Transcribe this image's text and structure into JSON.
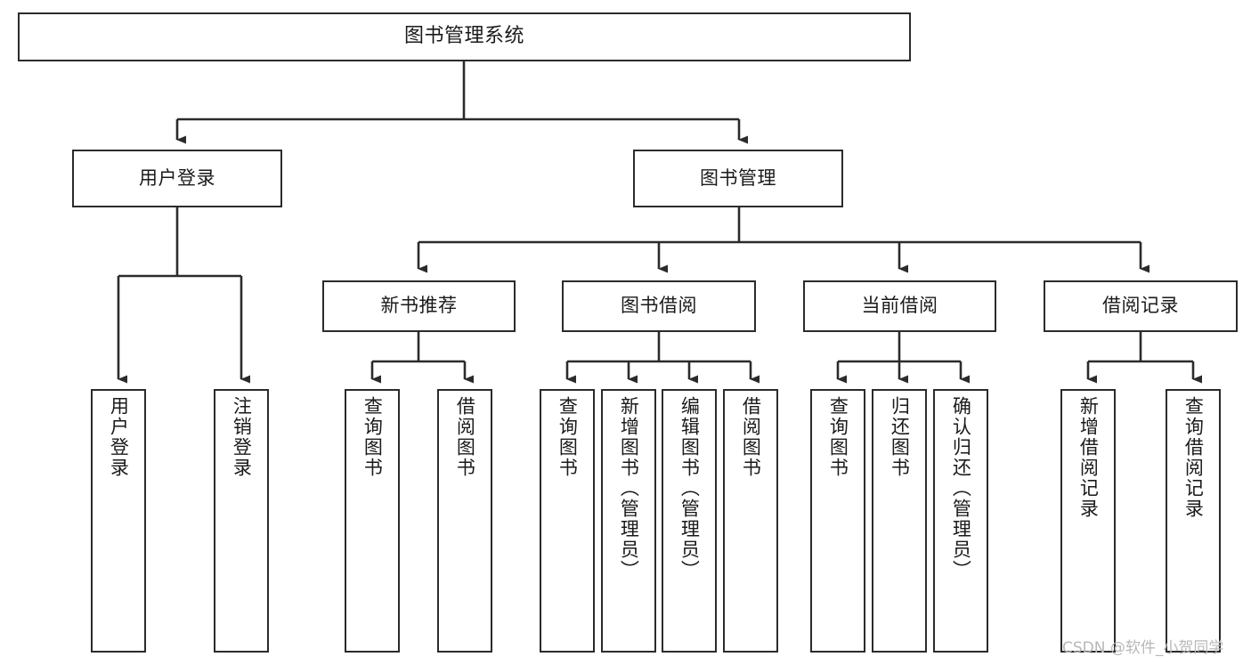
{
  "diagram": {
    "type": "tree",
    "title": "图书管理系统",
    "stroke_color": "#2b2b2b",
    "fill_color": "#ffffff",
    "text_color": "#1a1a1a",
    "background": "#ffffff",
    "nodes": {
      "root": {
        "label": "图书管理系统"
      },
      "l2": [
        {
          "label": "用户登录"
        },
        {
          "label": "图书管理"
        }
      ],
      "l3": [
        {
          "label": "新书推荐"
        },
        {
          "label": "图书借阅"
        },
        {
          "label": "当前借阅"
        },
        {
          "label": "借阅记录"
        }
      ],
      "leaves_user_login": [
        {
          "label": "用户登录"
        },
        {
          "label": "注销登录"
        }
      ],
      "leaves_new_book": [
        {
          "label": "查询图书"
        },
        {
          "label": "借阅图书"
        }
      ],
      "leaves_borrow": [
        {
          "label": "查询图书"
        },
        {
          "label": "新增图书（管理员）"
        },
        {
          "label": "编辑图书（管理员）"
        },
        {
          "label": "借阅图书"
        }
      ],
      "leaves_current": [
        {
          "label": "查询图书"
        },
        {
          "label": "归还图书"
        },
        {
          "label": "确认归还（管理员）"
        }
      ],
      "leaves_records": [
        {
          "label": "新增借阅记录"
        },
        {
          "label": "查询借阅记录"
        }
      ]
    }
  },
  "watermark": {
    "text": "CSDN @软件_小贺同学"
  }
}
